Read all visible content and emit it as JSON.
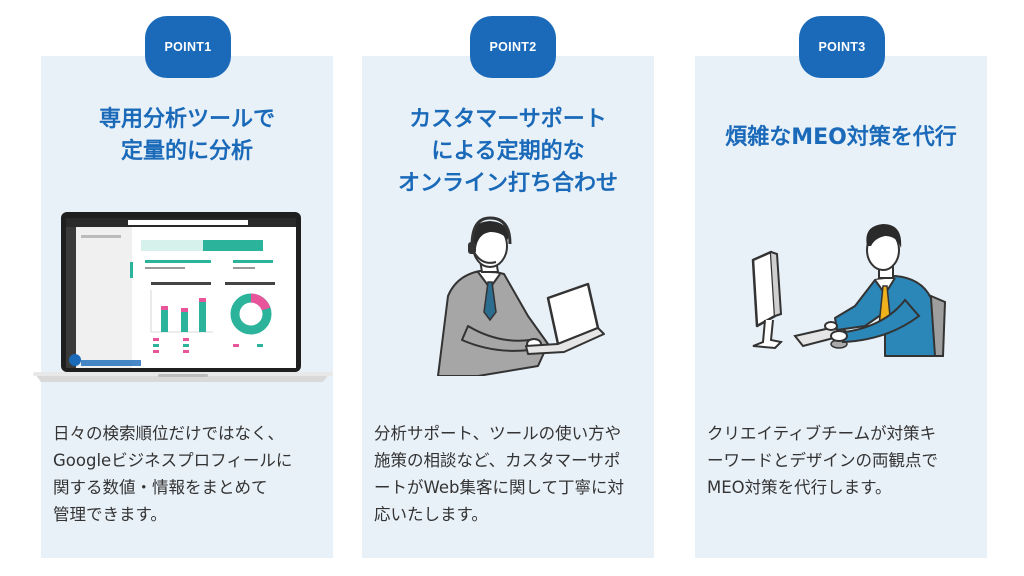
{
  "points": [
    {
      "badge": "POINT1",
      "title_lines": [
        "専用分析ツールで",
        "定量的に分析"
      ],
      "desc_lines": [
        "日々の検索順位だけではなく、",
        "Googleビジネスプロフィールに",
        "関する数値・情報をまとめて",
        "管理できます。"
      ],
      "illustration": "laptop-dashboard"
    },
    {
      "badge": "POINT2",
      "title_lines": [
        "カスタマーサポート",
        "による定期的な",
        "オンライン打ち合わせ"
      ],
      "desc_lines": [
        "分析サポート、ツールの使い方や",
        "施策の相談など、カスタマーサポ",
        "ートがWeb集客に関して丁寧に対",
        "応いたします。"
      ],
      "illustration": "headset-person-laptop"
    },
    {
      "badge": "POINT3",
      "title_lines": [
        "煩雑なMEO対策を代行"
      ],
      "desc_lines": [
        "クリエイティブチームが対策キ",
        "ーワードとデザインの両観点で",
        "MEO対策を代行します。"
      ],
      "illustration": "person-desktop-computer"
    }
  ],
  "colors": {
    "accent": "#1a6ab9",
    "card_bg": "#e9f1f8",
    "text": "#333333"
  }
}
